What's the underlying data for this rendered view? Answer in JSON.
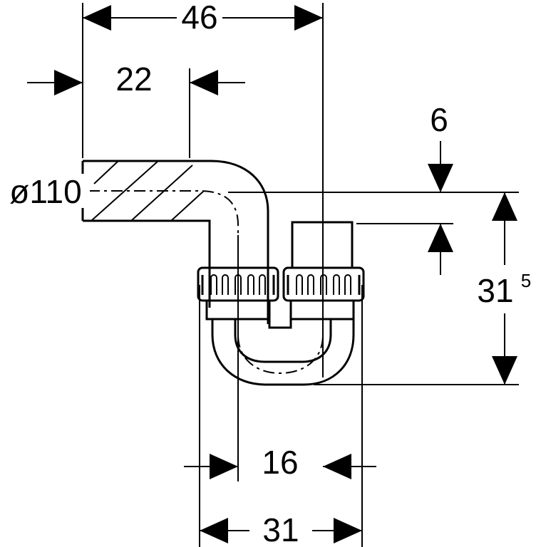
{
  "dimensions": {
    "overall_width": "46",
    "offset": "22",
    "pipe_diameter": "ø110",
    "top_gap": "6",
    "height_main": "31",
    "height_sup": "5",
    "inner_width": "16",
    "outer_width": "31"
  }
}
